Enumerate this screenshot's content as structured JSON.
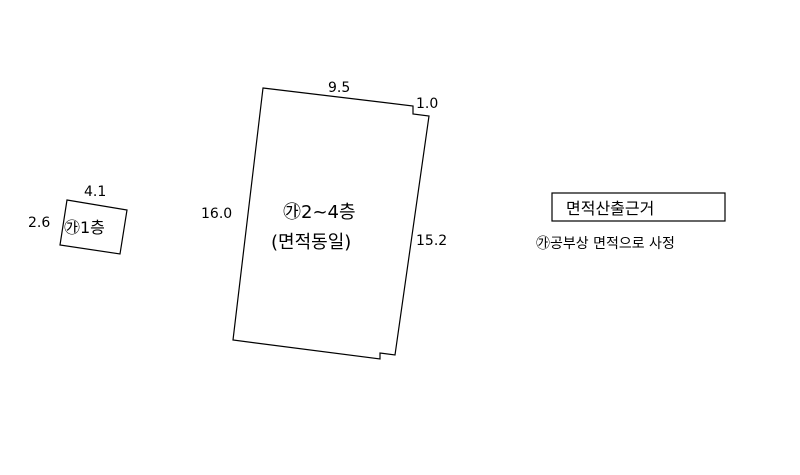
{
  "small_building": {
    "label": "㉮1층",
    "width": "4.1",
    "height": "2.6"
  },
  "large_building": {
    "label_line1": "㉮2~4층",
    "label_line2": "(면적동일)",
    "top": "9.5",
    "notch": "1.0",
    "left": "16.0",
    "right": "15.2"
  },
  "basis": {
    "title": "면적산출근거",
    "note": "㉮공부상 면적으로 사정"
  }
}
